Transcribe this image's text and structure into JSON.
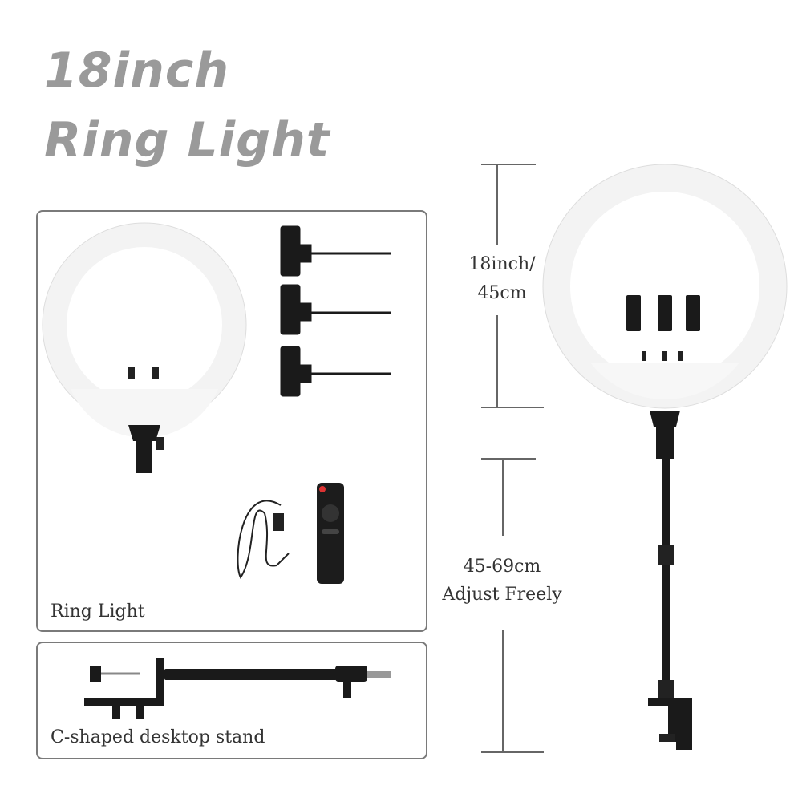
{
  "title": {
    "line1": "18inch",
    "line2": "Ring Light"
  },
  "boxes": {
    "ring_light": "Ring Light",
    "stand": "C-shaped desktop stand"
  },
  "dimensions": {
    "diameter_line1": "18inch/",
    "diameter_line2": "45cm",
    "height_line1": "45-69cm",
    "height_line2": "Adjust Freely"
  },
  "colors": {
    "title": "#9a9a9a",
    "border": "#7a7a7a",
    "device": "#1a1a1a"
  }
}
